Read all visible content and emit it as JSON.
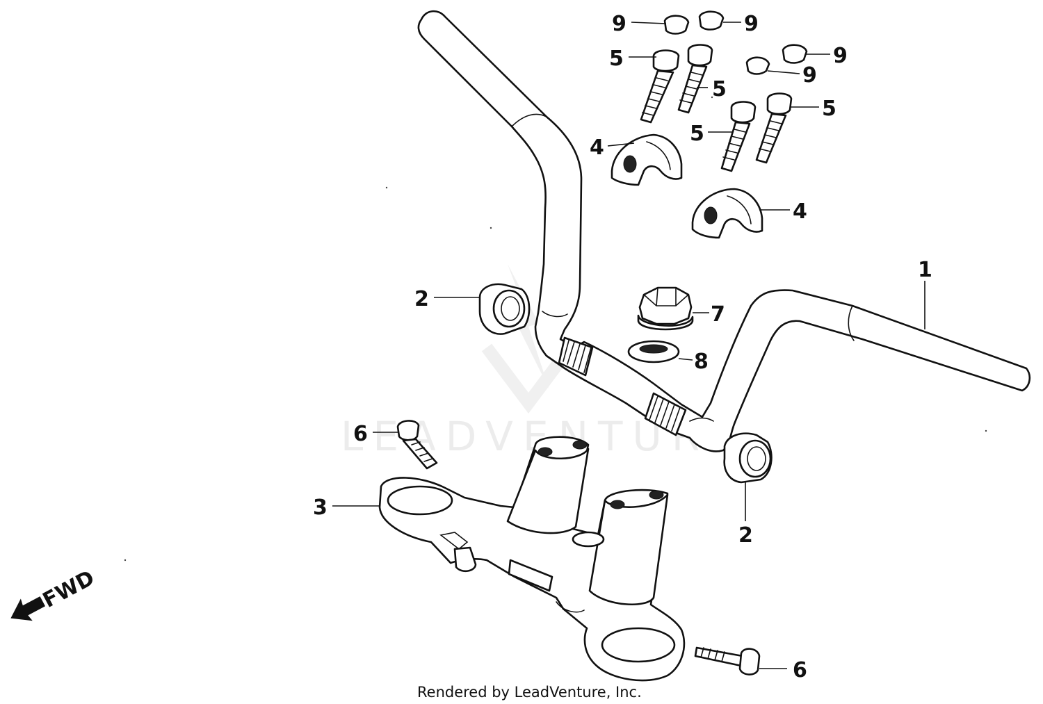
{
  "watermark": {
    "text": "LEADVENTURE"
  },
  "credit": {
    "text": "Rendered by LeadVenture, Inc."
  },
  "direction": {
    "label": "FWD",
    "icon": "arrow-left-icon"
  },
  "callouts": {
    "c1": "1",
    "c2a": "2",
    "c2b": "2",
    "c3": "3",
    "c4a": "4",
    "c4b": "4",
    "c5a": "5",
    "c5b": "5",
    "c5c": "5",
    "c5d": "5",
    "c6a": "6",
    "c6b": "6",
    "c7": "7",
    "c8": "8",
    "c9a": "9",
    "c9b": "9",
    "c9c": "9",
    "c9d": "9"
  },
  "colors": {
    "line": "#111111",
    "background": "#ffffff",
    "watermark": "#ececec"
  }
}
